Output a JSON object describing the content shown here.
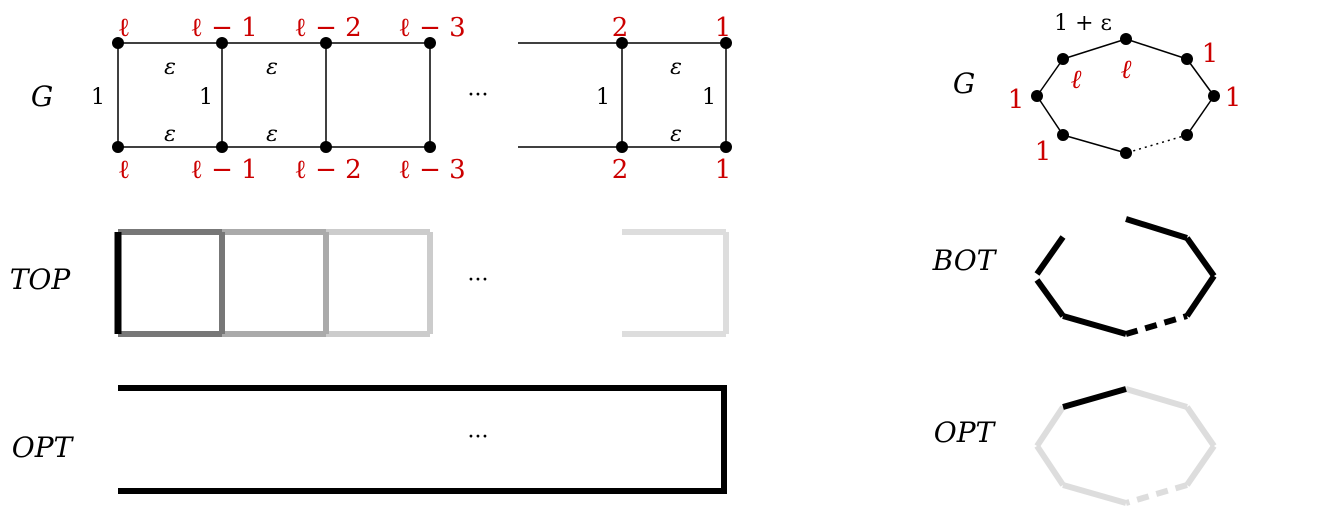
{
  "row_labels": {
    "left_g": "G",
    "left_top": "TOP",
    "left_opt": "OPT",
    "right_g": "G",
    "right_bot": "BOT",
    "right_opt": "OPT"
  },
  "ellipsis": "···",
  "ladder": {
    "top_labels": [
      "ℓ",
      "ℓ − 1",
      "ℓ − 2",
      "ℓ − 3",
      "2",
      "1"
    ],
    "bottom_labels": [
      "ℓ",
      "ℓ − 1",
      "ℓ − 2",
      "ℓ − 3",
      "2",
      "1"
    ],
    "rung_weight": "1",
    "edge_weight": "ε"
  },
  "cycle": {
    "top_weight": "1 + ε",
    "ell": "ℓ",
    "one": "1"
  },
  "colors": {
    "red": "#cc0000",
    "black": "#000000",
    "gray_dark": "#777777",
    "gray_mid": "#aaaaaa",
    "gray_light": "#cccccc",
    "gray_faint": "#dddddd"
  }
}
